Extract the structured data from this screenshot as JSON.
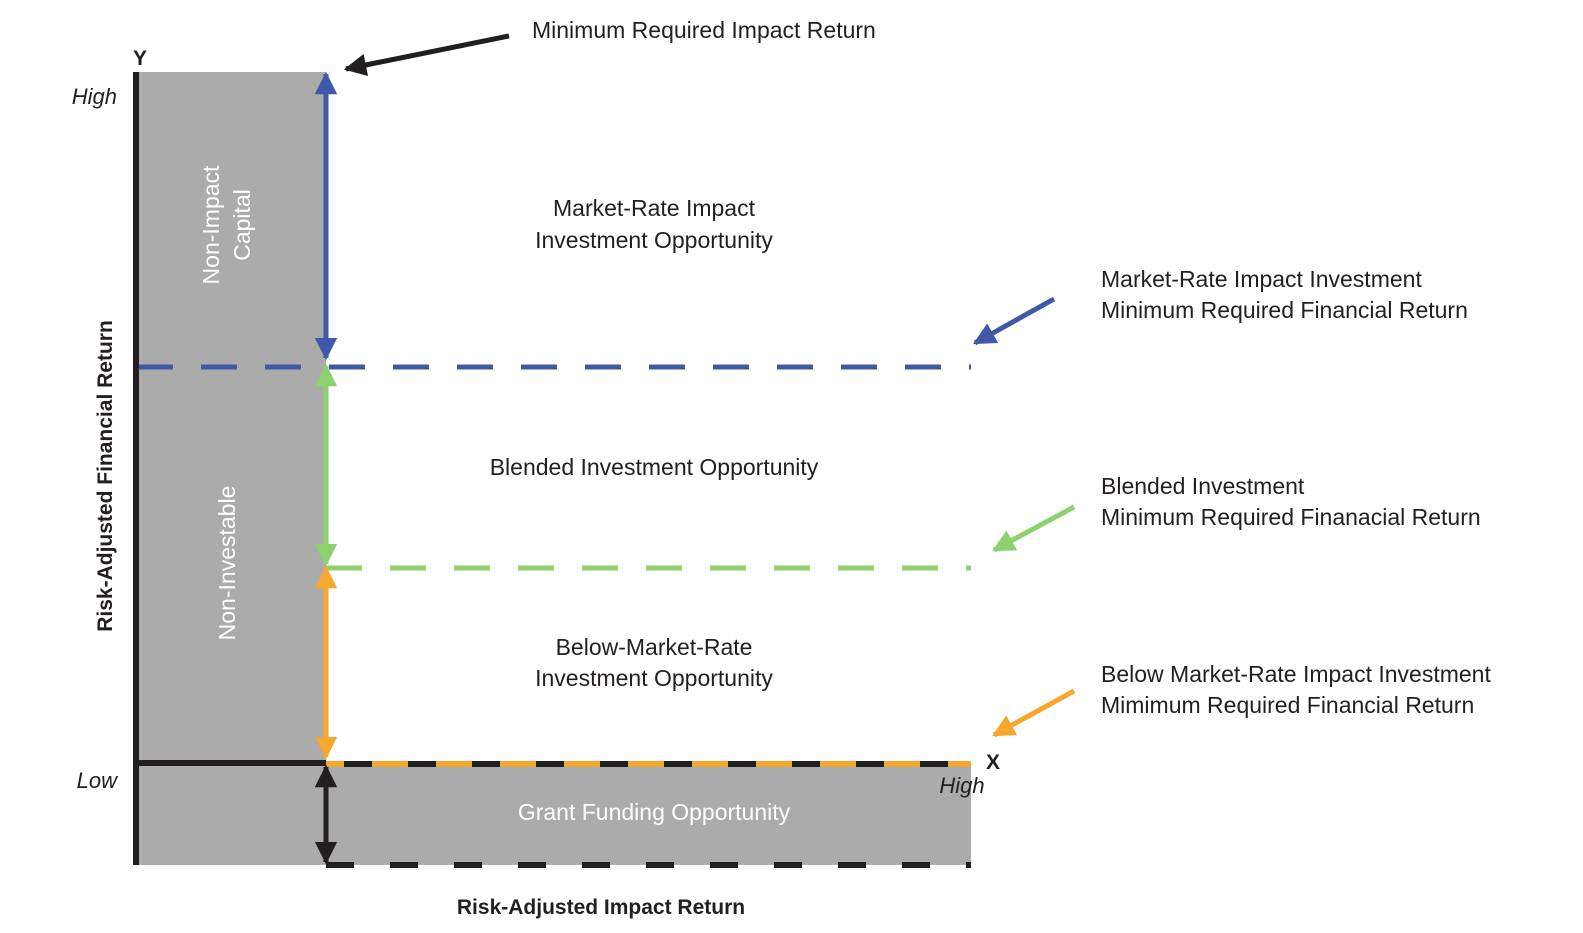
{
  "colors": {
    "blue": "#3f58a8",
    "green": "#8dd16e",
    "orange": "#f5a72e",
    "black": "#231f20",
    "gray": "#ababab"
  },
  "axes": {
    "y_label": "Y",
    "x_label": "X",
    "y_title": "Risk-Adjusted Financial Return",
    "x_title": "Risk-Adjusted Impact Return",
    "y_high": "High",
    "y_low": "Low",
    "x_high": "High"
  },
  "regions": {
    "non_impact_line1": "Non-Impact",
    "non_impact_line2": "Capital",
    "non_investable": "Non-Investable",
    "grant_funding": "Grant Funding Opportunity",
    "market_rate_line1": "Market-Rate Impact",
    "market_rate_line2": "Investment Opportunity",
    "blended": "Blended Investment Opportunity",
    "below_market_line1": "Below-Market-Rate",
    "below_market_line2": "Investment Opportunity"
  },
  "callouts": {
    "min_impact": "Minimum Required Impact Return",
    "market_rate_line1": "Market-Rate Impact Investment",
    "market_rate_line2": "Minimum Required Financial Return",
    "blended_line1": "Blended Investment",
    "blended_line2": "Minimum Required Finanacial Return",
    "below_market_line1": "Below Market-Rate Impact Investment",
    "below_market_line2": "Mimimum Required Financial Return"
  }
}
